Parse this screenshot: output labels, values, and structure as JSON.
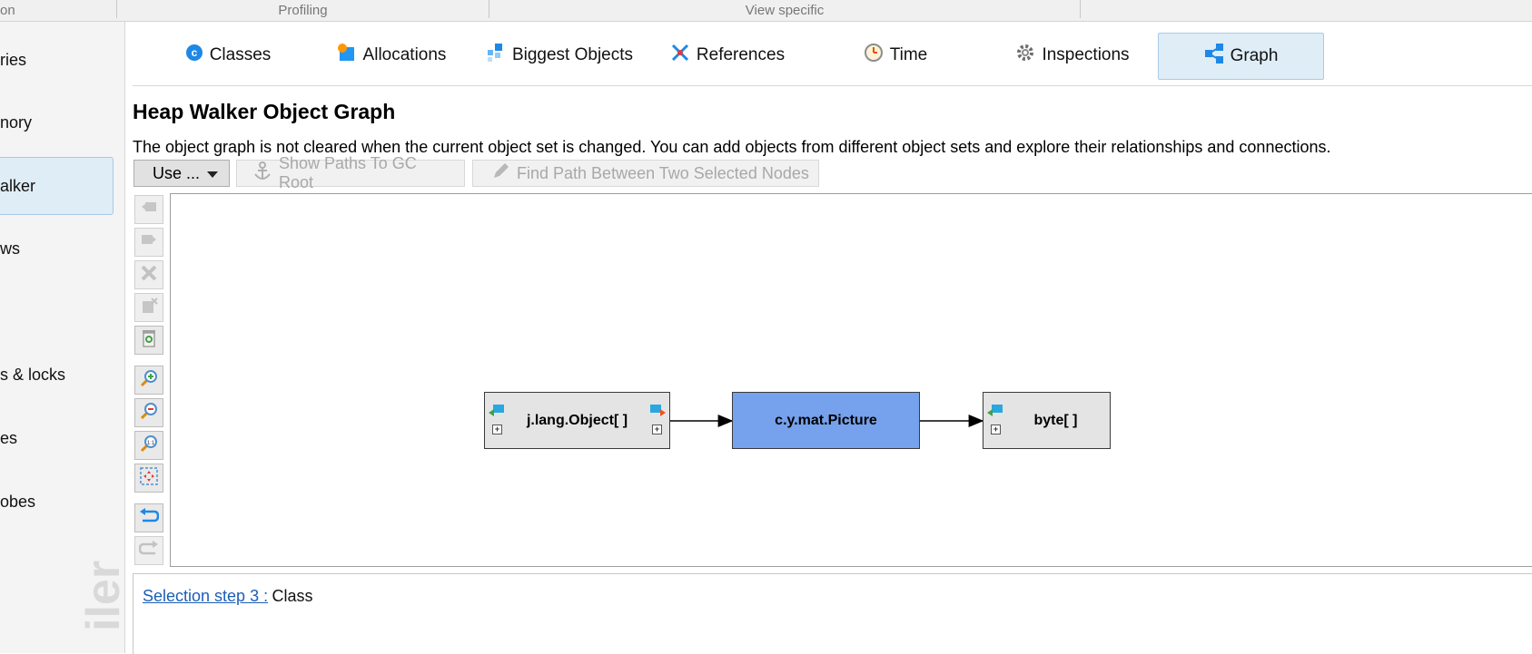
{
  "topbar": {
    "sections": [
      "on",
      "Profiling",
      "View specific"
    ]
  },
  "sidebar": {
    "items": [
      {
        "label": "ries"
      },
      {
        "label": "nory"
      },
      {
        "label": "alker",
        "active": true
      },
      {
        "label": "ws"
      },
      {
        "label": "s & locks"
      },
      {
        "label": "es"
      },
      {
        "label": "obes"
      }
    ],
    "watermark": "iler"
  },
  "tabs": [
    {
      "label": "Classes",
      "icon": "classes-icon"
    },
    {
      "label": "Allocations",
      "icon": "allocations-icon"
    },
    {
      "label": "Biggest Objects",
      "icon": "biggest-objects-icon"
    },
    {
      "label": "References",
      "icon": "references-icon"
    },
    {
      "label": "Time",
      "icon": "clock-icon"
    },
    {
      "label": "Inspections",
      "icon": "gear-icon"
    },
    {
      "label": "Graph",
      "icon": "graph-icon",
      "active": true
    }
  ],
  "main": {
    "title": "Heap Walker Object Graph",
    "description": "The object graph is not cleared when the current object set is changed. You can add objects from different object sets and explore their relationships and connections.",
    "use_button": "Use ...",
    "show_paths_button": "Show Paths To GC Root",
    "find_path_button": "Find Path Between Two Selected Nodes"
  },
  "graph": {
    "nodes": [
      {
        "label": "j.lang.Object[ ]",
        "style": "gray"
      },
      {
        "label": "c.y.mat.Picture",
        "style": "blue"
      },
      {
        "label": "byte[ ]",
        "style": "gray"
      }
    ]
  },
  "status": {
    "link": "Selection step 3 :",
    "value": "Class"
  },
  "colors": {
    "accent": "#dfedf7",
    "selected_node": "#76a1ec",
    "node_fill": "#e4e4e4"
  }
}
